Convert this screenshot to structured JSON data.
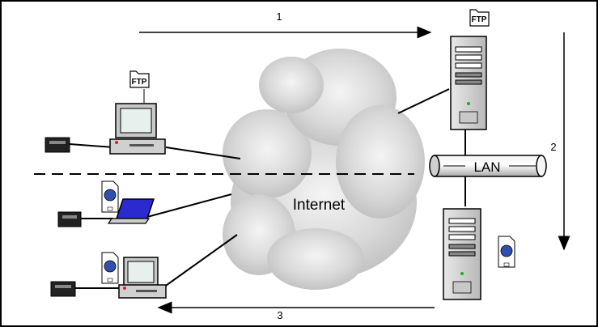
{
  "labels": {
    "step1": "1",
    "step2": "2",
    "step3": "3",
    "cloud": "Internet",
    "lan": "LAN"
  },
  "badges": {
    "ftp_server": "FTP",
    "ftp_client": "FTP"
  },
  "icons": {
    "folder": "folder-icon",
    "document": "web-document-icon",
    "card_reader": "card-reader-icon",
    "server": "server-tower-icon",
    "desktop": "desktop-computer-icon",
    "laptop": "laptop-icon"
  }
}
